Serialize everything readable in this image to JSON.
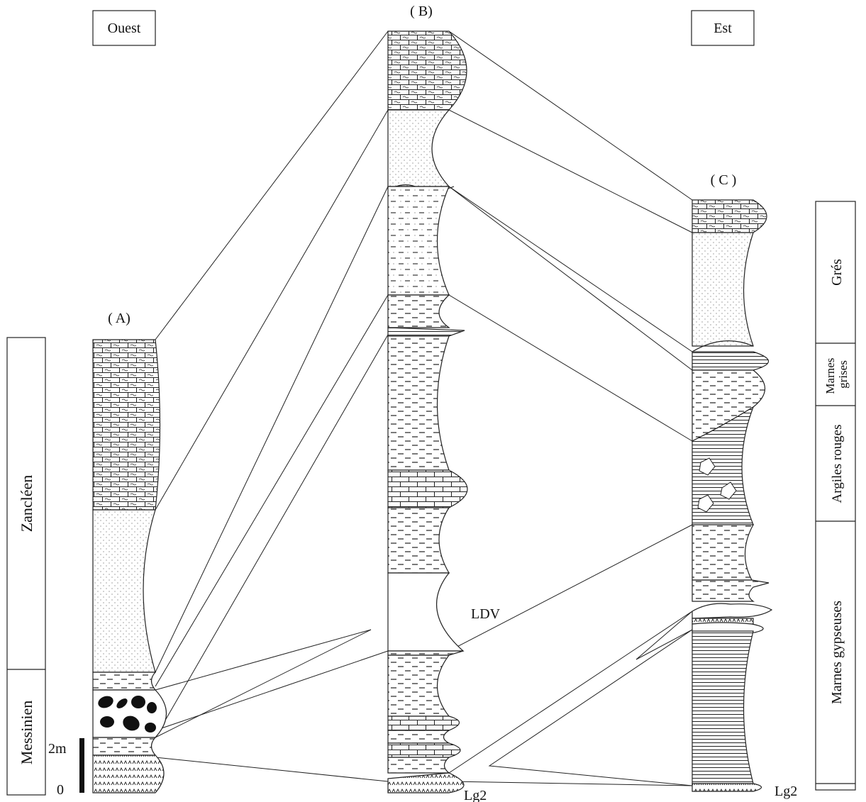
{
  "orientation": {
    "west": "Ouest",
    "east": "Est"
  },
  "columns": {
    "a": "( A)",
    "b": "( B)",
    "c": "( C )"
  },
  "stages_left": [
    "Zancléen",
    "Messinien"
  ],
  "units_right": [
    "Grés",
    "Marnes grises",
    "Argiles rouges",
    "Marnes gypseuses"
  ],
  "scale": {
    "top": "2m",
    "bottom": "0"
  },
  "markers": {
    "ldv": "LDV",
    "lg2_b": "Lg2",
    "lg2_c": "Lg2"
  }
}
